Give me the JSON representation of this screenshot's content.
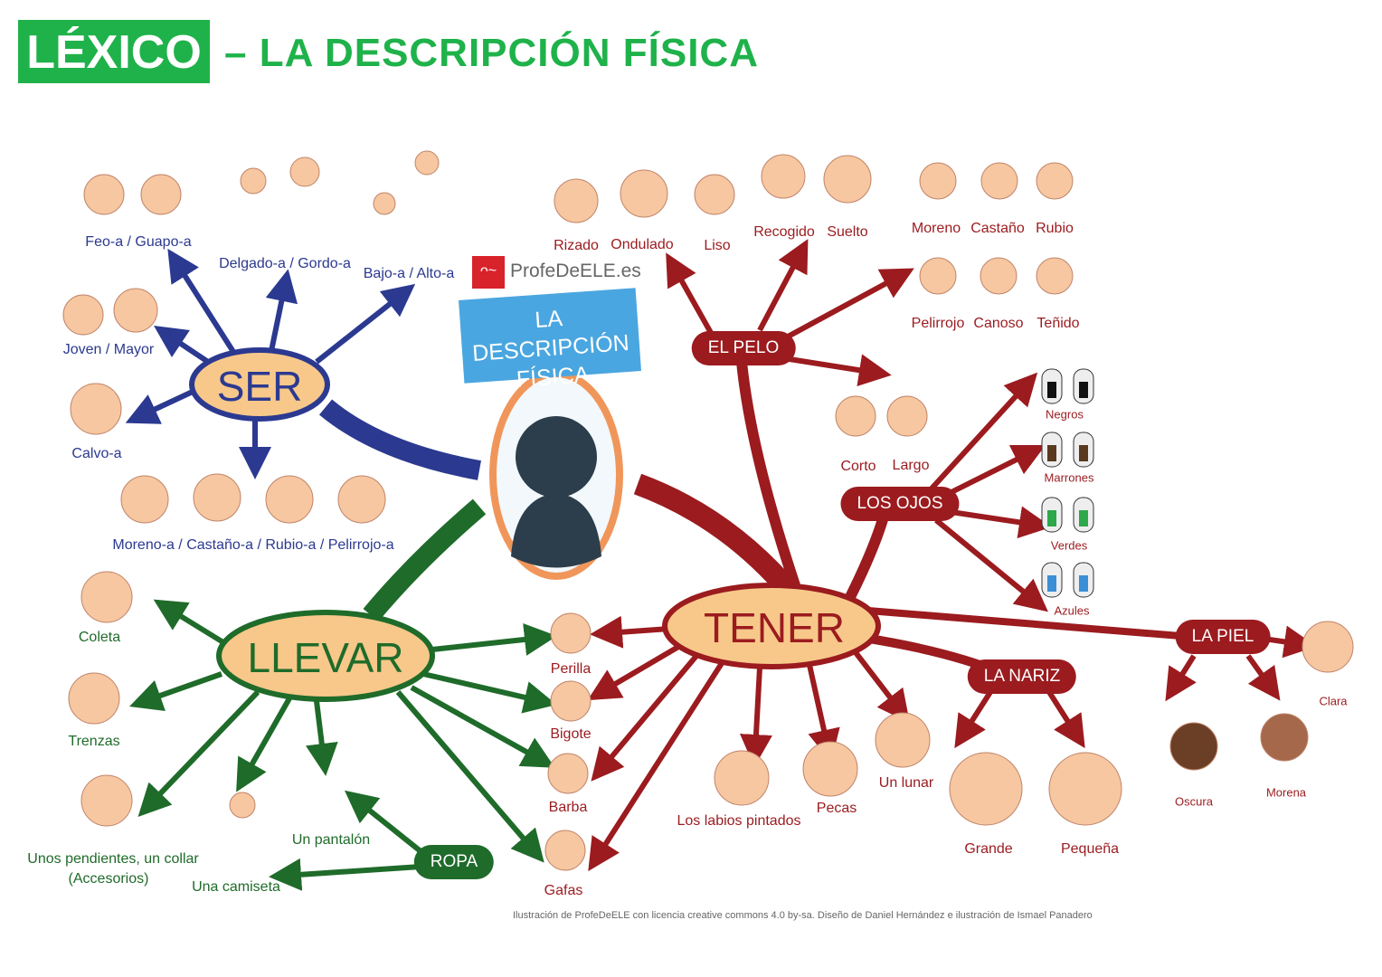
{
  "header": {
    "title_box": "LÉXICO",
    "title_rest": "– LA DESCRIPCIÓN FÍSICA"
  },
  "center": {
    "logo": "ProfeDeELE.es",
    "banner_line1": "LA DESCRIPCIÓN",
    "banner_line2": "FÍSICA"
  },
  "ser": {
    "label": "SER",
    "items": [
      "Feo-a / Guapo-a",
      "Delgado-a / Gordo-a",
      "Bajo-a / Alto-a",
      "Joven / Mayor",
      "Calvo-a",
      "Moreno-a / Castaño-a / Rubio-a / Pelirrojo-a"
    ]
  },
  "llevar": {
    "label": "LLEVAR",
    "items": [
      "Coleta",
      "Trenzas",
      "Unos pendientes, un collar",
      "(Accesorios)",
      "Una camiseta",
      "Un pantalón"
    ],
    "ropa": "ROPA"
  },
  "tener": {
    "label": "TENER",
    "items": [
      "Perilla",
      "Bigote",
      "Barba",
      "Gafas",
      "Los labios pintados",
      "Pecas",
      "Un lunar"
    ],
    "pelo": {
      "label": "EL PELO",
      "items": [
        "Rizado",
        "Ondulado",
        "Liso",
        "Recogido",
        "Suelto",
        "Moreno",
        "Castaño",
        "Rubio",
        "Pelirrojo",
        "Canoso",
        "Teñido",
        "Corto",
        "Largo"
      ]
    },
    "ojos": {
      "label": "LOS OJOS",
      "items": [
        "Negros",
        "Marrones",
        "Verdes",
        "Azules"
      ]
    },
    "nariz": {
      "label": "LA NARIZ",
      "items": [
        "Grande",
        "Pequeña"
      ]
    },
    "piel": {
      "label": "LA PIEL",
      "items": [
        "Clara",
        "Oscura",
        "Morena"
      ]
    }
  },
  "credit": "Ilustración de ProfeDeELE con licencia creative commons 4.0 by-sa. Diseño de Daniel Hernández e ilustración de Ismael Panadero",
  "colors": {
    "green": "#1fb24a",
    "ser": "#2b3990",
    "llevar": "#1f6b2a",
    "tener": "#9b1b1f",
    "hub_fill": "#f7c88a",
    "banner": "#4aa6e0"
  }
}
